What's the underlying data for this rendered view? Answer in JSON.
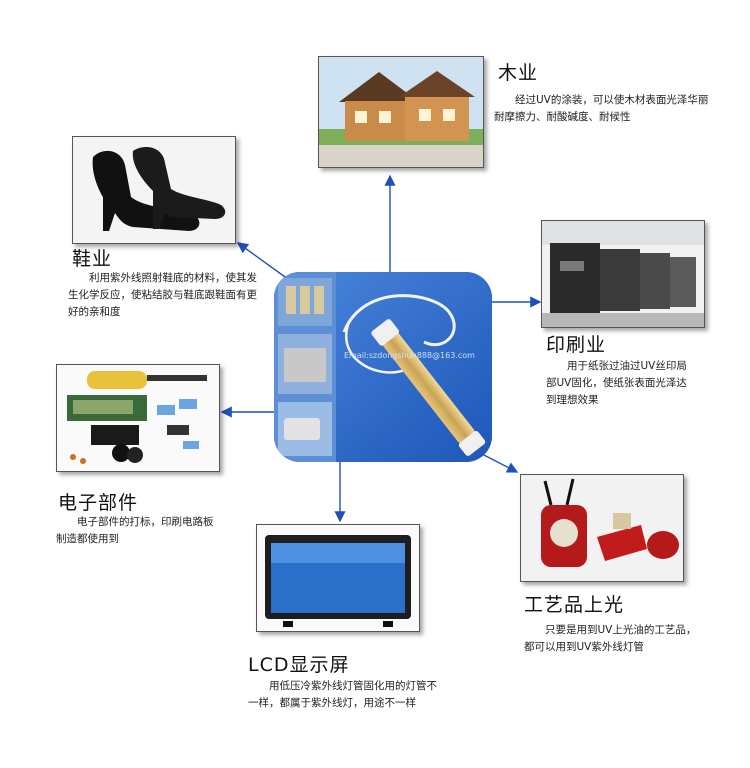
{
  "center": {
    "watermark": "Email:szdongshun888@163.com",
    "accent_color": "#2f6fd6"
  },
  "nodes": {
    "wood": {
      "title": "木业",
      "desc": "经过UV的涂装，可以使木材表面光泽华丽耐摩擦力、耐酸碱度、耐候性"
    },
    "shoe": {
      "title": "鞋业",
      "desc": "利用紫外线照射鞋底的材料，使其发生化学反应，使粘结胶与鞋底跟鞋面有更好的亲和度"
    },
    "printing": {
      "title": "印刷业",
      "desc": "用于纸张过油过UV丝印局部UV固化，使纸张表面光泽达到理想效果"
    },
    "electronics": {
      "title": "电子部件",
      "desc": "电子部件的打标，印刷电路板制造都使用到"
    },
    "crafts": {
      "title": "工艺品上光",
      "desc": "只要是用到UV上光油的工艺品，都可以用到UV紫外线灯管"
    },
    "lcd": {
      "title": "LCD显示屏",
      "desc": "用低压冷紫外线灯管固化用的灯管不一样，都属于紫外线灯，用途不一样"
    }
  },
  "colors": {
    "arrow": "#1f4fb8",
    "panel_blue": "#2a70c8"
  }
}
